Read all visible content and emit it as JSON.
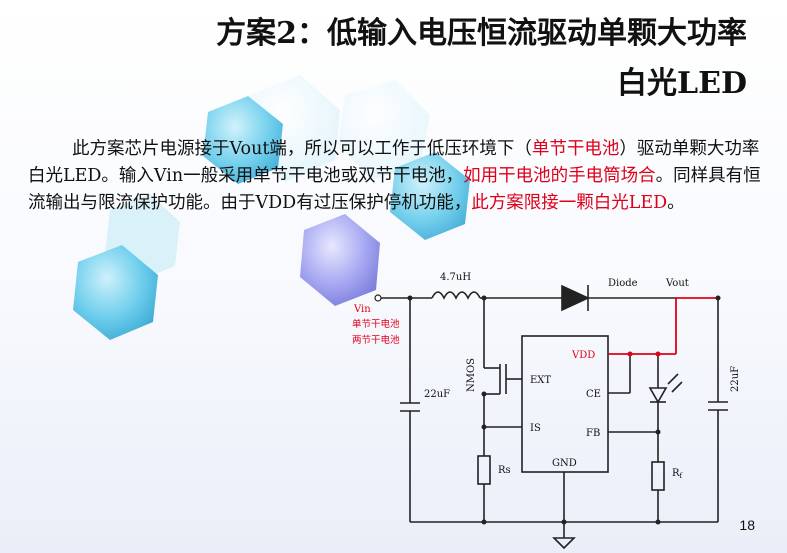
{
  "title": {
    "line1": "方案2：低输入电压恒流驱动单颗大功率",
    "line2": "白光LED"
  },
  "paragraph": {
    "p1": "此方案芯片电源接于Vout端，所以可以工作于低压环境下（",
    "p2": "单节干电池",
    "p3": "）驱动单颗大功率白光LED。输入Vin一般采用单节干电池或双节干电池，",
    "p4": "如用干电池的手电筒场合",
    "p5": "。同样具有恒流输出与限流保护功能。由于VDD有过压保护停机功能，",
    "p6": "此方案限接一颗白光LED",
    "p7": "。"
  },
  "circuit": {
    "inductor": "4.7uH",
    "diode": "Diode",
    "vout": "Vout",
    "vin": "Vin",
    "vin_note1": "单节干电池",
    "vin_note2": "两节干电池",
    "cap_in": "22uF",
    "cap_out": "22uF",
    "nmos": "NMOS",
    "pin_vdd": "VDD",
    "pin_ext": "EXT",
    "pin_ce": "CE",
    "pin_is": "IS",
    "pin_fb": "FB",
    "pin_gnd": "GND",
    "rs": "Rs",
    "rf": "R",
    "rf_sub": "f"
  },
  "page_number": "18",
  "colors": {
    "red": "#e0001a",
    "hex_cyan": "#3ab8de",
    "hex_purple": "#8a8ce6"
  }
}
